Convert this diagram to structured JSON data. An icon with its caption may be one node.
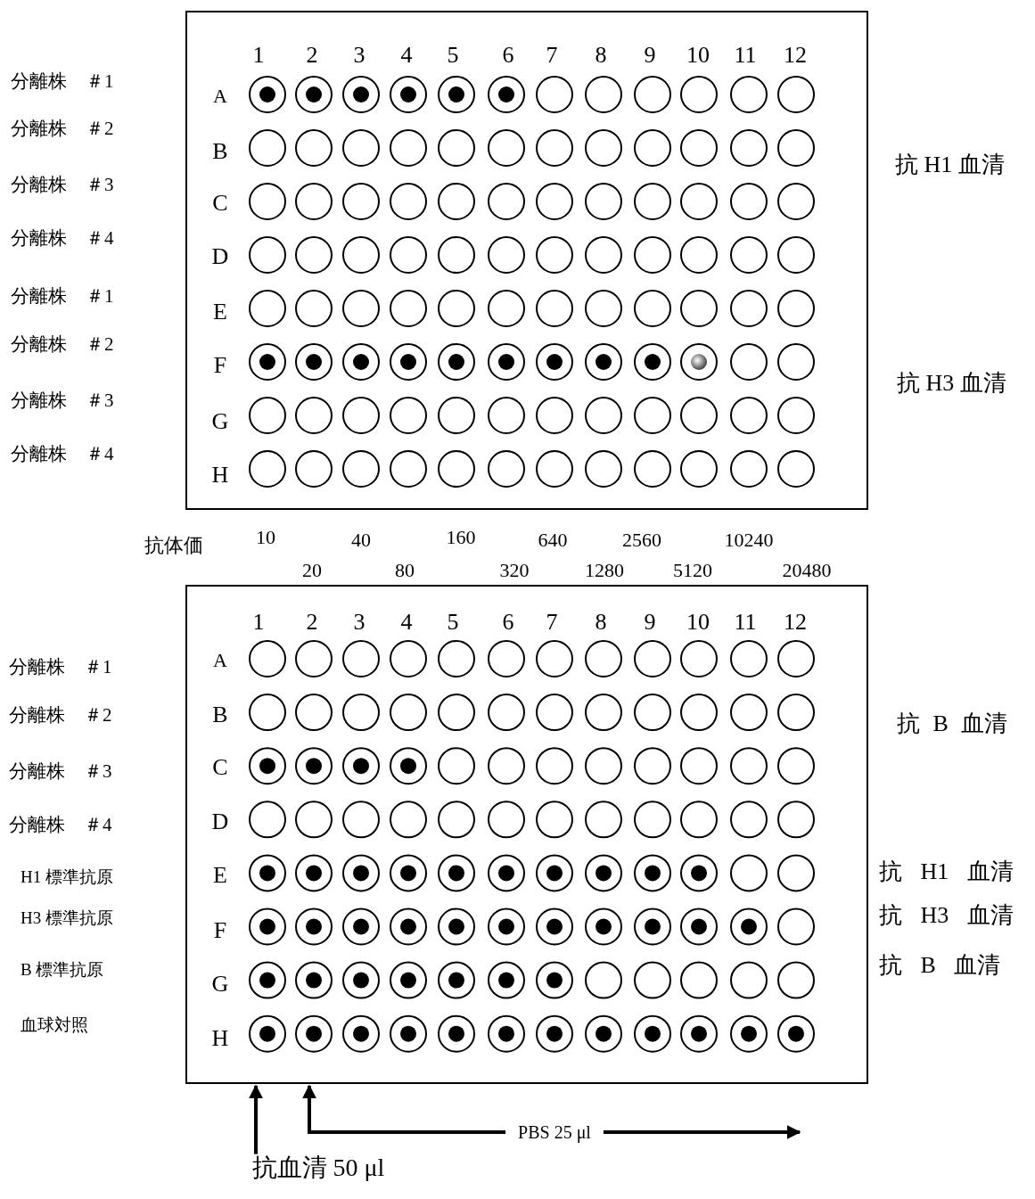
{
  "diagram": {
    "nodes": [
      {
        "text": [
          "1",
          "2",
          "3",
          "4",
          "5",
          "6",
          "7",
          "8",
          "9",
          "10",
          "11",
          "12",
          "A",
          "B",
          "C",
          "D",
          "E",
          "F",
          "G",
          "H"
        ]
      },
      {
        "text": [
          "1",
          "2",
          "3",
          "4",
          "5",
          "6",
          "7",
          "8",
          "9",
          "10",
          "11",
          "12",
          "A",
          "B",
          "C",
          "D",
          "E",
          "F",
          "G",
          "H"
        ]
      },
      {
        "text": [
          "抗血清 50 μl"
        ]
      },
      {
        "text": [
          "PBS 25 μl"
        ]
      }
    ],
    "edges": [
      {
        "from": 2,
        "to": 1,
        "arrow": "to"
      },
      {
        "from": 3,
        "to": 1,
        "arrow": "to"
      },
      {
        "from": 3,
        "to": null,
        "arrow": "to"
      }
    ],
    "labels": [
      "分離株　＃1",
      "分離株　＃2",
      "分離株　＃3",
      "分離株　＃4",
      "分離株　＃1",
      "分離株　＃2",
      "分離株　＃3",
      "分離株　＃4",
      "抗 H1 血清",
      "抗 H3 血清",
      "抗体価",
      "10",
      "20",
      "40",
      "80",
      "160",
      "320",
      "640",
      "1280",
      "2560",
      "5120",
      "10240",
      "20480",
      "分離株　＃1",
      "分離株　＃2",
      "分離株　＃3",
      "分離株　＃4",
      "H1 標準抗原",
      "H3 標準抗原",
      "B 標準抗原",
      "血球対照",
      "抗 H1 血清",
      "抗 H3 血清",
      "抗 B 血清",
      "抗 B 血清"
    ]
  }
}
